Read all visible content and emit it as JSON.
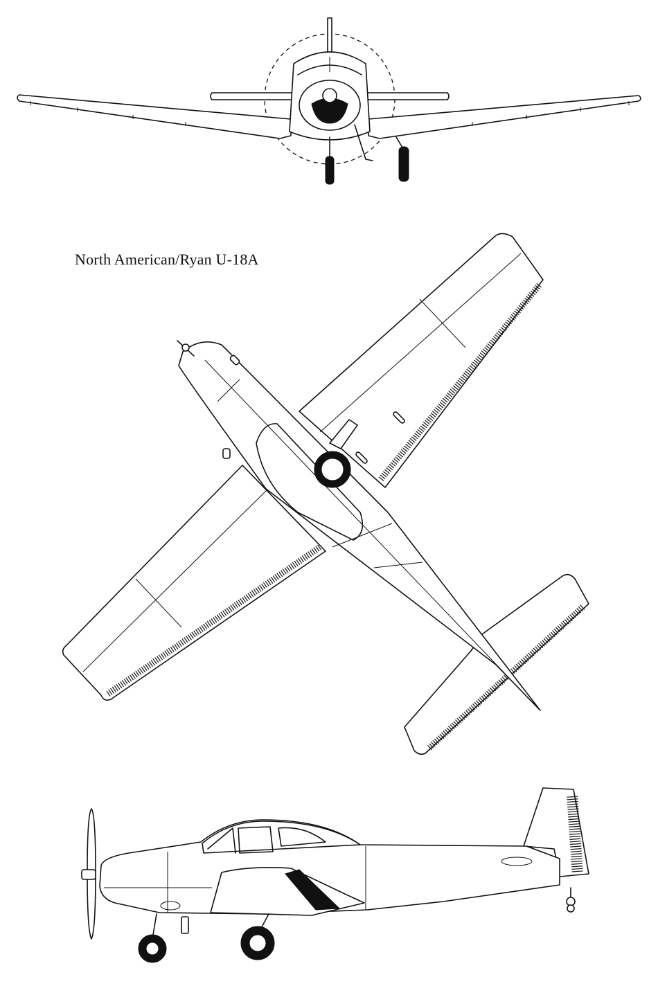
{
  "title": "North American/Ryan U-18A",
  "views": [
    "front-view",
    "top-view",
    "side-view"
  ],
  "colors": {
    "line": "#111111",
    "background": "#ffffff"
  }
}
